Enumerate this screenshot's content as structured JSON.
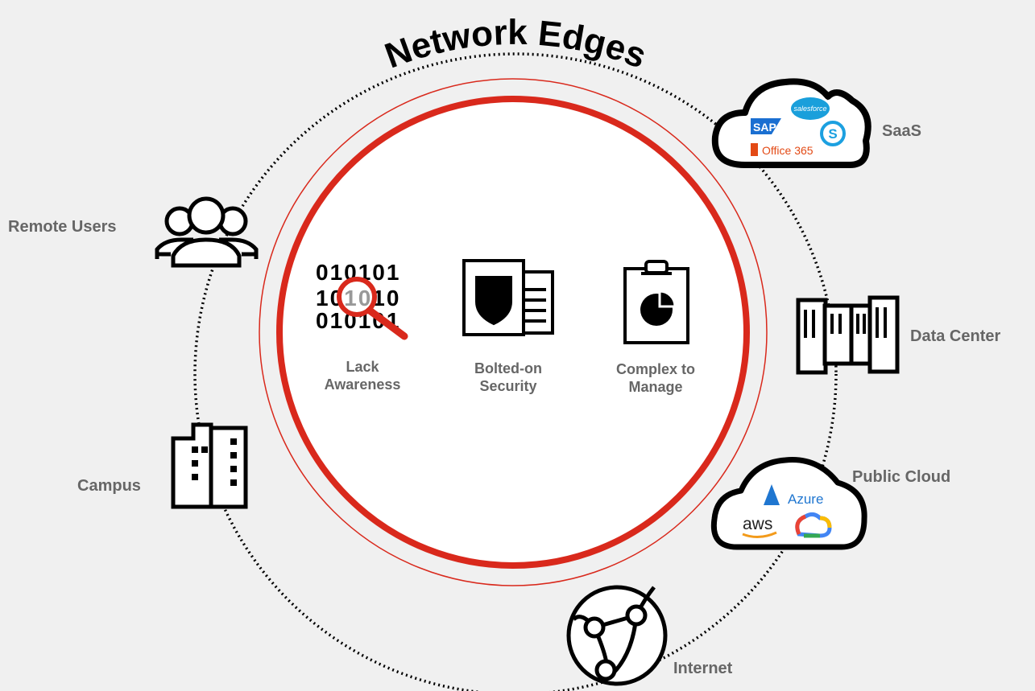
{
  "title": "Network Edges",
  "colors": {
    "accent": "#d9291c",
    "label": "#666666",
    "icon": "#000000",
    "background": "#f0f0f0"
  },
  "challenges": [
    {
      "icon": "binary-magnifier-icon",
      "line1": "Lack",
      "line2": "Awareness"
    },
    {
      "icon": "shield-document-icon",
      "line1": "Bolted-on",
      "line2": "Security"
    },
    {
      "icon": "clipboard-pie-chart-icon",
      "line1": "Complex to",
      "line2": "Manage"
    }
  ],
  "edges": {
    "saas": {
      "label": "SaaS",
      "icon": "cloud-icon",
      "brands": [
        "salesforce",
        "SAP",
        "Office 365",
        "S"
      ]
    },
    "data_center": {
      "label": "Data Center",
      "icon": "server-rack-icon"
    },
    "public_cloud": {
      "label": "Public Cloud",
      "icon": "cloud-icon",
      "brands": [
        "Azure",
        "aws"
      ]
    },
    "internet": {
      "label": "Internet",
      "icon": "globe-network-icon"
    },
    "campus": {
      "label": "Campus",
      "icon": "buildings-icon"
    },
    "remote_users": {
      "label": "Remote Users",
      "icon": "users-icon"
    }
  }
}
